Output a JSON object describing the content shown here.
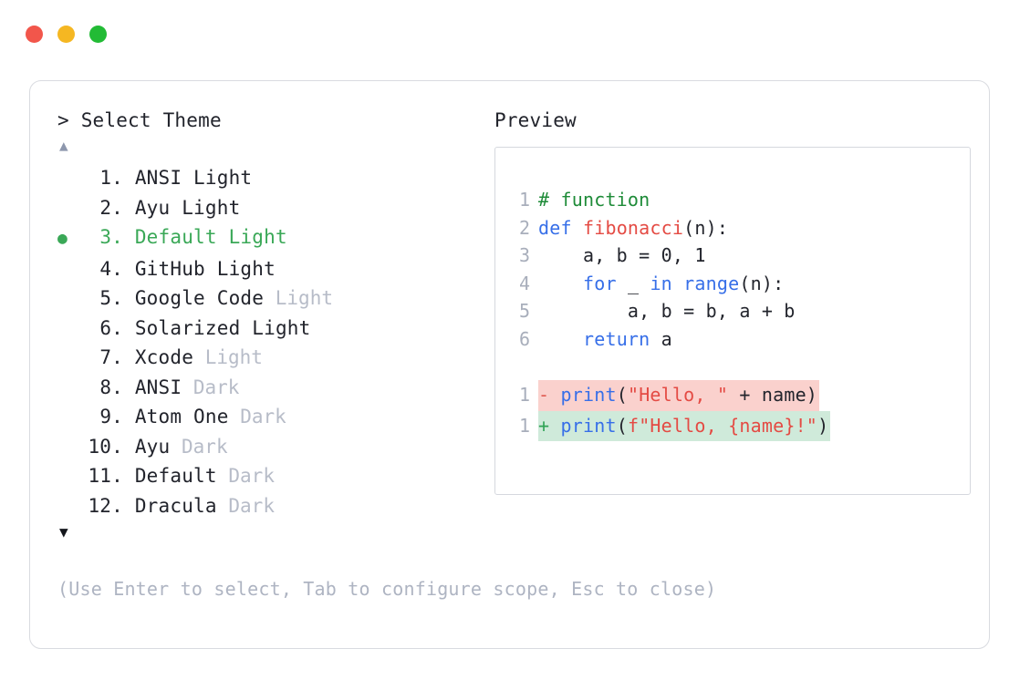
{
  "window": {
    "dots": [
      {
        "name": "close-dot",
        "color": "#f2564b"
      },
      {
        "name": "minimize-dot",
        "color": "#f5b722"
      },
      {
        "name": "maximize-dot",
        "color": "#22bb35"
      }
    ]
  },
  "selector": {
    "prompt_symbol": ">",
    "prompt_label": "Select Theme",
    "scroll_up_glyph": "▲",
    "scroll_down_glyph": "▼",
    "selected_bullet": "●",
    "selected_index": 3,
    "accent_color": "#3aa857",
    "muted_color": "#b7bcc8",
    "items": [
      {
        "index": "1.",
        "name": "ANSI Light",
        "variant": "",
        "selected": false
      },
      {
        "index": "2.",
        "name": "Ayu Light",
        "variant": "",
        "selected": false
      },
      {
        "index": "3.",
        "name": "Default Light",
        "variant": "",
        "selected": true
      },
      {
        "index": "4.",
        "name": "GitHub Light",
        "variant": "",
        "selected": false
      },
      {
        "index": "5.",
        "name": "Google Code",
        "variant": "Light",
        "selected": false
      },
      {
        "index": "6.",
        "name": "Solarized Light",
        "variant": "",
        "selected": false
      },
      {
        "index": "7.",
        "name": "Xcode",
        "variant": "Light",
        "selected": false
      },
      {
        "index": "8.",
        "name": "ANSI",
        "variant": "Dark",
        "selected": false
      },
      {
        "index": "9.",
        "name": "Atom One",
        "variant": "Dark",
        "selected": false
      },
      {
        "index": "10.",
        "name": "Ayu",
        "variant": "Dark",
        "selected": false
      },
      {
        "index": "11.",
        "name": "Default",
        "variant": "Dark",
        "selected": false
      },
      {
        "index": "12.",
        "name": "Dracula",
        "variant": "Dark",
        "selected": false
      }
    ]
  },
  "footer": {
    "hint": "(Use Enter to select, Tab to configure scope, Esc to close)"
  },
  "preview": {
    "title": "Preview",
    "code": {
      "lines": [
        {
          "n": "1",
          "tokens": [
            {
              "t": "# function",
              "c": "tok-comment"
            }
          ]
        },
        {
          "n": "2",
          "tokens": [
            {
              "t": "def ",
              "c": "tok-keyword"
            },
            {
              "t": "fibonacci",
              "c": "tok-func"
            },
            {
              "t": "(n):",
              "c": "tok-plain"
            }
          ]
        },
        {
          "n": "3",
          "tokens": [
            {
              "t": "    a, b = 0, 1",
              "c": "tok-plain"
            }
          ]
        },
        {
          "n": "4",
          "tokens": [
            {
              "t": "    ",
              "c": "tok-plain"
            },
            {
              "t": "for",
              "c": "tok-keyword"
            },
            {
              "t": " _ ",
              "c": "tok-plain"
            },
            {
              "t": "in",
              "c": "tok-keyword"
            },
            {
              "t": " ",
              "c": "tok-plain"
            },
            {
              "t": "range",
              "c": "tok-builtin"
            },
            {
              "t": "(n):",
              "c": "tok-plain"
            }
          ]
        },
        {
          "n": "5",
          "tokens": [
            {
              "t": "        a, b = b, a + b",
              "c": "tok-plain"
            }
          ]
        },
        {
          "n": "6",
          "tokens": [
            {
              "t": "    ",
              "c": "tok-plain"
            },
            {
              "t": "return",
              "c": "tok-keyword"
            },
            {
              "t": " a",
              "c": "tok-plain"
            }
          ]
        }
      ]
    },
    "diff": {
      "removed": {
        "n": "1",
        "sign": "-",
        "tokens": [
          {
            "t": "print",
            "c": "tok-builtin"
          },
          {
            "t": "(",
            "c": "tok-plain"
          },
          {
            "t": "\"Hello, \"",
            "c": "tok-string"
          },
          {
            "t": " + name)",
            "c": "tok-plain"
          }
        ],
        "background": "#fad1cd"
      },
      "added": {
        "n": "1",
        "sign": "+",
        "tokens": [
          {
            "t": "print",
            "c": "tok-builtin"
          },
          {
            "t": "(",
            "c": "tok-plain"
          },
          {
            "t": "f\"Hello, {name}!\"",
            "c": "tok-string"
          },
          {
            "t": ")",
            "c": "tok-plain"
          }
        ],
        "background": "#cfeada"
      }
    }
  }
}
